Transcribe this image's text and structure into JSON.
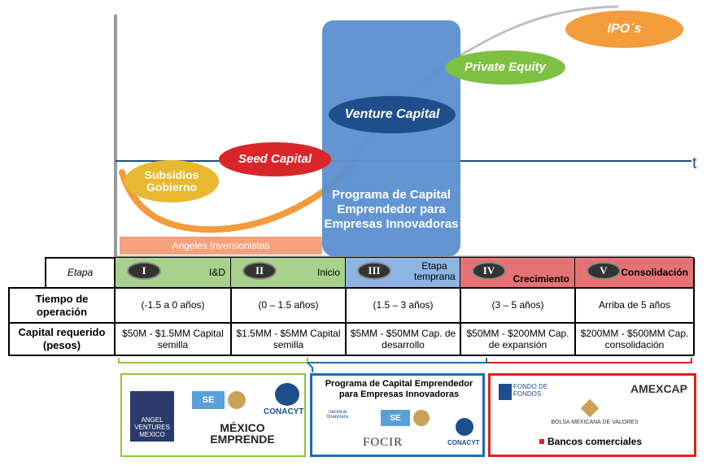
{
  "axis": {
    "t_label": "t"
  },
  "phases": {
    "subsidios": "Subsidios Gobierno",
    "seed": "Seed Capital",
    "venture": "Venture Capital",
    "private_equity": "Private Equity",
    "ipo": "IPO´s"
  },
  "programa_label": "Programa de Capital Emprendedor para Empresas Innovadoras",
  "angeles_label": "Angeles Inversionistas",
  "table": {
    "etapa_header": "Etapa",
    "stages": [
      {
        "numeral": "I",
        "name": "I&D",
        "color": "#a9d18e"
      },
      {
        "numeral": "II",
        "name": "Inicio",
        "color": "#a9d18e"
      },
      {
        "numeral": "III",
        "name": "Etapa temprana",
        "color": "#8db4e2"
      },
      {
        "numeral": "IV",
        "name": "Crecimiento",
        "color": "#e57373"
      },
      {
        "numeral": "V",
        "name": "Consolidación",
        "color": "#e57373"
      }
    ],
    "rows": [
      {
        "label": "Tiempo de operación",
        "values": [
          "(-1.5 a 0 años)",
          "(0 – 1.5 años)",
          "(1.5 – 3 años)",
          "(3 – 5 años)",
          "Arriba de 5 años"
        ]
      },
      {
        "label": "Capital requerido (pesos)",
        "values": [
          "$50M - $1.5MM Capital semilla",
          "$1.5MM - $5MM Capital semilla",
          "$5MM - $50MM Cap. de desarrollo",
          "$50MM - $200MM Cap. de expansión",
          "$200MM - $500MM Cap. consolidación"
        ]
      }
    ]
  },
  "logos": {
    "green": [
      "ANGEL VENTURES MEXICO",
      "SE",
      "CONACYT",
      "MÉXICO EMPRENDE"
    ],
    "blue_title": "Programa de Capital Emprendedor para Empresas Innovadoras",
    "blue": [
      "nacional financiera",
      "SE",
      "FOCIR",
      "CONACYT"
    ],
    "red": [
      "FONDO DE FONDOS",
      "AMEXCAP",
      "BOLSA MEXICANA DE VALORES"
    ],
    "red_footer": "Bancos comerciales"
  },
  "colors": {
    "green": "#8dc63f",
    "blue": "#1f6bb5",
    "red": "#e02020",
    "orange": "#f39c3c",
    "gray_curve": "#bfbfbf"
  }
}
